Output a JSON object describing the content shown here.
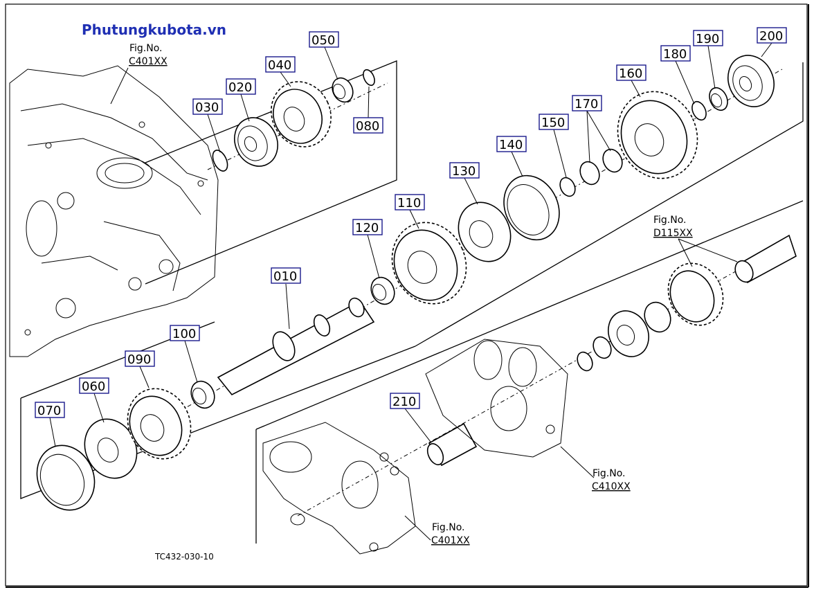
{
  "watermark": "Phutungkubota.vn",
  "drawing_code": "TC432-030-10",
  "figure_refs": [
    {
      "id": "fig-c401-top",
      "label": "Fig.No.",
      "code": "C401XX"
    },
    {
      "id": "fig-d115",
      "label": "Fig.No.",
      "code": "D115XX"
    },
    {
      "id": "fig-c410",
      "label": "Fig.No.",
      "code": "C410XX"
    },
    {
      "id": "fig-c401-bottom",
      "label": "Fig.No.",
      "code": "C401XX"
    }
  ],
  "callouts": [
    "010",
    "020",
    "030",
    "040",
    "050",
    "060",
    "070",
    "080",
    "090",
    "100",
    "110",
    "120",
    "130",
    "140",
    "150",
    "160",
    "170",
    "180",
    "190",
    "200",
    "210"
  ]
}
